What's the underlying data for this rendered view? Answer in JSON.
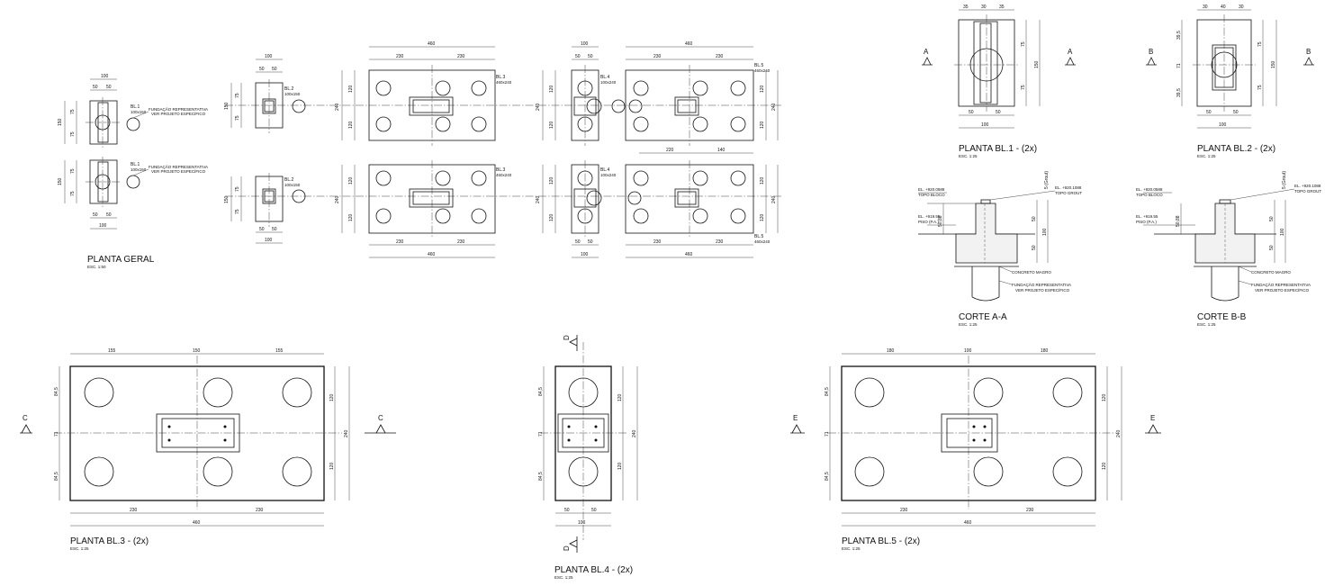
{
  "labels": {
    "planta_geral": "PLANTA GERAL",
    "esc_150": "ESC. 1:50",
    "esc_125": "ESC. 1:25",
    "planta_bl1": "PLANTA BL.1  - (2x)",
    "planta_bl2": "PLANTA BL.2  - (2x)",
    "planta_bl3": "PLANTA BL.3  - (2x)",
    "planta_bl4": "PLANTA BL.4  - (2x)",
    "planta_bl5": "PLANTA BL.5  - (2x)",
    "corte_aa": "CORTE A-A",
    "corte_bb": "CORTE B-B",
    "bl1": "BL.1",
    "bl2": "BL.2",
    "bl3": "BL.3",
    "bl4": "BL.4",
    "bl5": "BL.5",
    "bl1_dim": "100x150",
    "bl2_dim": "100x150",
    "bl3_dim": "460x240",
    "bl4_dim": "100x240",
    "bl5_dim": "460x240",
    "fund_1": "FUNDAÇÃO REPRESENTATIVA",
    "fund_2": "VER PROJETO ESPECÍFICO",
    "concreto_magro": "CONCRETO MAGRO",
    "el_topo_bloco": "EL. +920.0588",
    "topo_bloco": "TOPO BLOCO",
    "el_topo_grout": "EL. +920.1088",
    "topo_grout": "TOPO GROUT",
    "el_piso": "EL. +919.55",
    "piso": "PISO (P.A.)",
    "grout": "5 (Grout)",
    "dim_5088": "50,88",
    "sec_a": "A",
    "sec_b": "B",
    "sec_c": "C",
    "sec_d": "D",
    "sec_e": "E"
  },
  "dims": {
    "d100": "100",
    "d50": "50",
    "d75": "75",
    "d150": "150",
    "d460": "460",
    "d230": "230",
    "d240": "240",
    "d120": "120",
    "d220": "220",
    "d140": "140",
    "d155": "155",
    "d180": "180",
    "d845": "84,5",
    "d71": "71",
    "d35": "35",
    "d30": "30",
    "d40": "40",
    "d395": "39,5"
  }
}
